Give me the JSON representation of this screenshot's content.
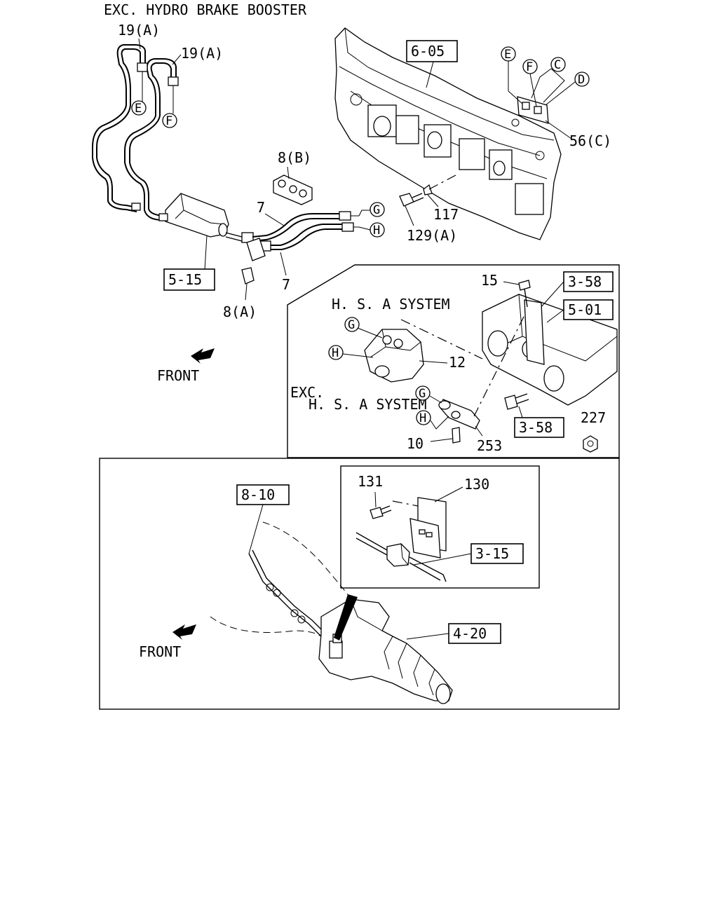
{
  "header": {
    "title": "EXC. HYDRO BRAKE BOOSTER"
  },
  "refs": {
    "r605": "6-05",
    "r515": "5-15",
    "r358a": "3-58",
    "r501": "5-01",
    "r358b": "3-58",
    "r810": "8-10",
    "r315": "3-15",
    "r420": "4-20"
  },
  "parts": {
    "p19a_1": "19(A)",
    "p19a_2": "19(A)",
    "p8b": "8(B)",
    "p7_1": "7",
    "p7_2": "7",
    "p8a": "8(A)",
    "p117": "117",
    "p129a": "129(A)",
    "p56c": "56(C)",
    "p15": "15",
    "p12": "12",
    "p10": "10",
    "p253": "253",
    "p227": "227",
    "p131": "131",
    "p130": "130"
  },
  "circles": {
    "E1": "E",
    "F1": "F",
    "G1": "G",
    "H1": "H",
    "E2": "E",
    "F2": "F",
    "C": "C",
    "D": "D",
    "G2": "G",
    "H2": "H",
    "G3": "G",
    "H3": "H"
  },
  "notes": {
    "hsa": "H. S. A SYSTEM",
    "exc_line1": "EXC.",
    "exc_line2": "H. S. A SYSTEM",
    "front1": "FRONT",
    "front2": "FRONT"
  }
}
